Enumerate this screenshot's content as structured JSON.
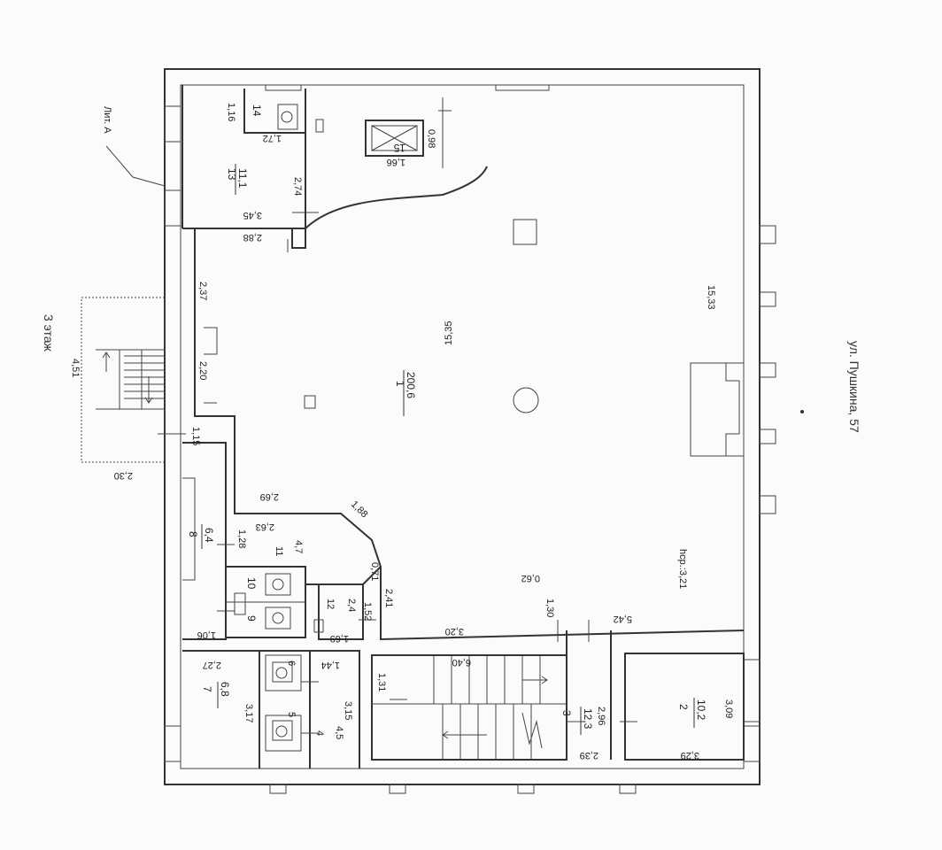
{
  "floor_label": "3 этаж",
  "litera": "Лит. А",
  "street": "ул. Пушкина, 57",
  "rooms": {
    "r1": {
      "num": "1",
      "area": "200,6"
    },
    "r2": {
      "num": "2",
      "area": "10,2"
    },
    "r3": {
      "num": "3",
      "area": "12,3"
    },
    "r4": {
      "num": "4",
      "area": "4,5"
    },
    "r5": {
      "num": "5"
    },
    "r6": {
      "num": "6"
    },
    "r7": {
      "num": "7",
      "area": "6,8"
    },
    "r8": {
      "num": "8",
      "area": "6,4"
    },
    "r9": {
      "num": "9"
    },
    "r10": {
      "num": "10"
    },
    "r11": {
      "num": "11",
      "area": "4,7"
    },
    "r12": {
      "num": "12",
      "area": "2,4"
    },
    "r13": {
      "num": "13",
      "area": "11,1"
    },
    "r14": {
      "num": "14"
    },
    "r15": {
      "num": "15"
    }
  },
  "dims": {
    "d_15_35": "15,35",
    "d_15_33": "15,33",
    "d_2_37": "2,37",
    "d_2_20": "2,20",
    "d_1_15": "1,15",
    "d_2_88": "2,88",
    "d_3_45": "3,45",
    "d_2_74": "2,74",
    "d_1_72": "1,72",
    "d_1_16": "1,16",
    "d_1_66": "1,66",
    "d_0_98": "0,98",
    "d_4_51": "4,51",
    "d_2_30": "2,30",
    "d_2_69": "2,69",
    "d_2_63": "2,63",
    "d_1_88": "1,88",
    "d_1_28": "1,28",
    "d_0_71": "0,71",
    "d_2_41": "2,41",
    "d_1_52": "1,52",
    "d_1_69": "1,69",
    "d_1_06": "1,06",
    "d_3_20": "3,20",
    "d_0_62": "0,62",
    "d_1_30": "1,30",
    "d_5_42": "5,42",
    "d_hcp": "hcp.:3,21",
    "d_2_27": "2,27",
    "d_3_17": "3,17",
    "d_1_44": "1,44",
    "d_3_15": "3,15",
    "d_1_31": "1,31",
    "d_6_40": "6,40",
    "d_2_96": "2,96",
    "d_2_39": "2,39",
    "d_3_09": "3,09",
    "d_3_29": "3,29"
  }
}
